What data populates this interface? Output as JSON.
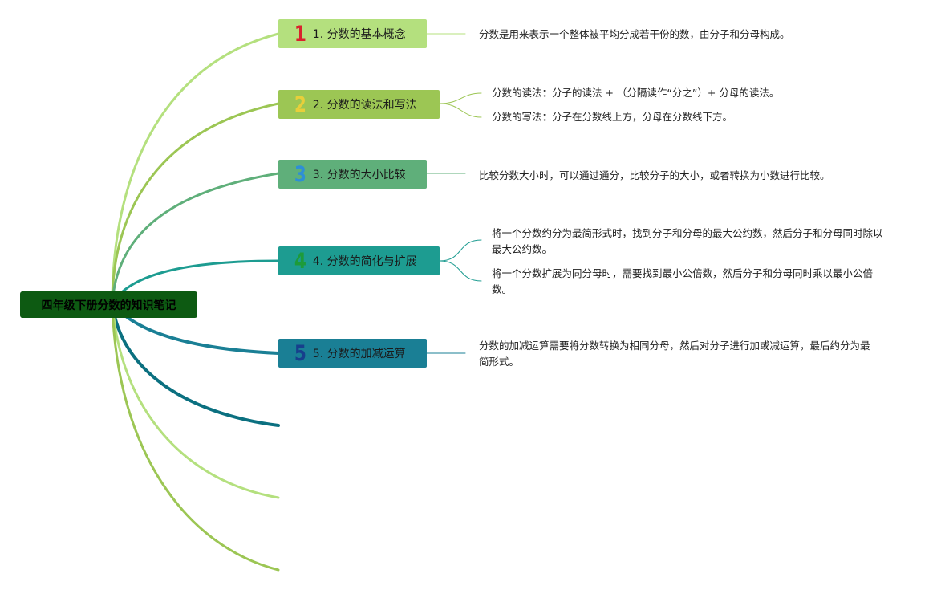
{
  "root": {
    "title": "四年级下册分数的知识笔记"
  },
  "colors": {
    "root_bg": "#0d5a12",
    "branch_1": "#b4e07e",
    "branch_2": "#9cc654",
    "branch_3": "#5faf7a",
    "branch_4": "#1d9c91",
    "branch_5": "#1a7f95",
    "branch_6": "#0b7080",
    "branch_7": "#b4e07e",
    "branch_8": "#9cc654"
  },
  "topics": [
    {
      "number": "1",
      "number_color": "#d9232d",
      "label": "1. 分数的基本概念",
      "notes": [
        "分数是用来表示一个整体被平均分成若干份的数，由分子和分母构成。"
      ]
    },
    {
      "number": "2",
      "number_color": "#e8cf3a",
      "label": "2. 分数的读法和写法",
      "notes": [
        "分数的读法：分子的读法 + （分隔读作“分之”）+ 分母的读法。",
        "分数的写法：分子在分数线上方，分母在分数线下方。"
      ]
    },
    {
      "number": "3",
      "number_color": "#2e8fd6",
      "label": "3. 分数的大小比较",
      "notes": [
        "比较分数大小时，可以通过通分，比较分子的大小，或者转换为小数进行比较。"
      ]
    },
    {
      "number": "4",
      "number_color": "#1d9b3a",
      "label": "4. 分数的简化与扩展",
      "notes": [
        "将一个分数约分为最简形式时，找到分子和分母的最大公约数，然后分子和分母同时除以最大公约数。",
        "将一个分数扩展为同分母时，需要找到最小公倍数，然后分子和分母同时乘以最小公倍数。"
      ]
    },
    {
      "number": "5",
      "number_color": "#173f8c",
      "label": "5. 分数的加减运算",
      "notes": [
        "分数的加减运算需要将分数转换为相同分母，然后对分子进行加或减运算，最后约分为最简形式。"
      ]
    }
  ]
}
